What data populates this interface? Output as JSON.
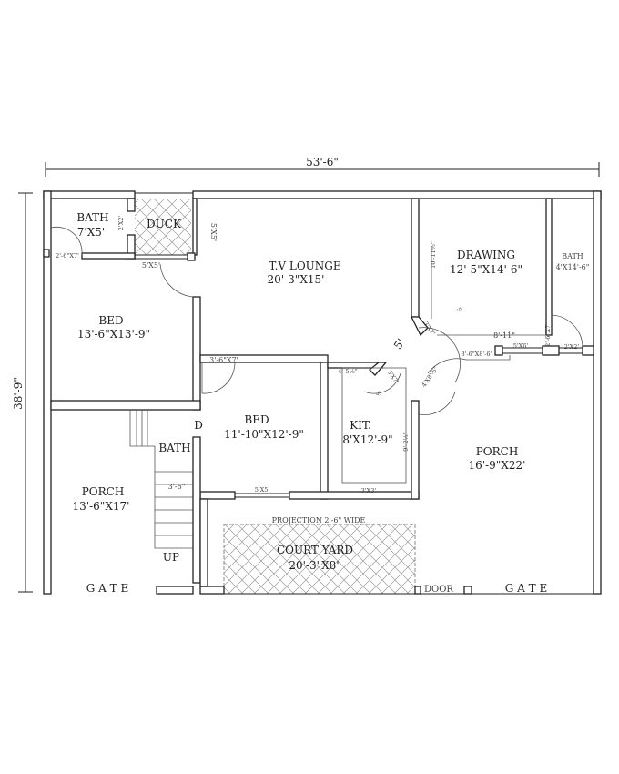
{
  "dimensions": {
    "width": "53'-6\"",
    "depth": "38'-9\""
  },
  "rooms": [
    {
      "name": "BATH",
      "size": "7'X5'"
    },
    {
      "name": "DUCK",
      "size": "5'X5'"
    },
    {
      "name": "T.V LOUNGE",
      "size": "20'-3\"X15'"
    },
    {
      "name": "BED",
      "size": "13'-6\"X13'-9\""
    },
    {
      "name": "DRAWING",
      "size": "12'-5\"X14'-6\""
    },
    {
      "name": "BATH",
      "size": "4'X14'-6\""
    },
    {
      "name": "BED",
      "size": "11'-10\"X12'-9\""
    },
    {
      "name": "KIT.",
      "size": "8'X12'-9\""
    },
    {
      "name": "PORCH",
      "size": "13'-6\"X17'"
    },
    {
      "name": "PORCH",
      "size": "16'-9\"X22'"
    },
    {
      "name": "COURT YARD",
      "size": "20'-3\"X8'"
    }
  ],
  "annotations": {
    "bath_door": "2'-6\"X7'",
    "bath_window": "2'X2'",
    "duck_side": "5'X5'",
    "duck_bottom": "5'X5'",
    "bed_door": "3'-6\"X7'",
    "corridor": "5'",
    "drawing_height": "10'-11½\"",
    "door_3x7a": "3'X7'",
    "door_3x7b": "3'X7'",
    "dim_5a": "5'",
    "dim_5b": "5'",
    "dim_811": "8'-11\"",
    "door_drawing": "3'-6\"X8'-6\"",
    "door_4x8": "4'X8'-6\"",
    "window_5x6": "5'X6'",
    "bath2_door": "2'-6\"X7'",
    "bath2_window": "2'X2'",
    "kit_dim": "4'-5½\"",
    "kit_side": "9'-2½\"",
    "bed2_window": "5'X5'",
    "kit_window": "3'X3'",
    "stair_bath": "BATH",
    "stair_width": "3'-6\"",
    "stair_up": "UP",
    "door_d": "D",
    "projection": "PROJECTION  2'-6\" WIDE",
    "gate_left": "G A T E",
    "gate_right": "G A T E",
    "door": "DOOR"
  },
  "colors": {
    "line": "#222222",
    "hatch": "#999999"
  }
}
